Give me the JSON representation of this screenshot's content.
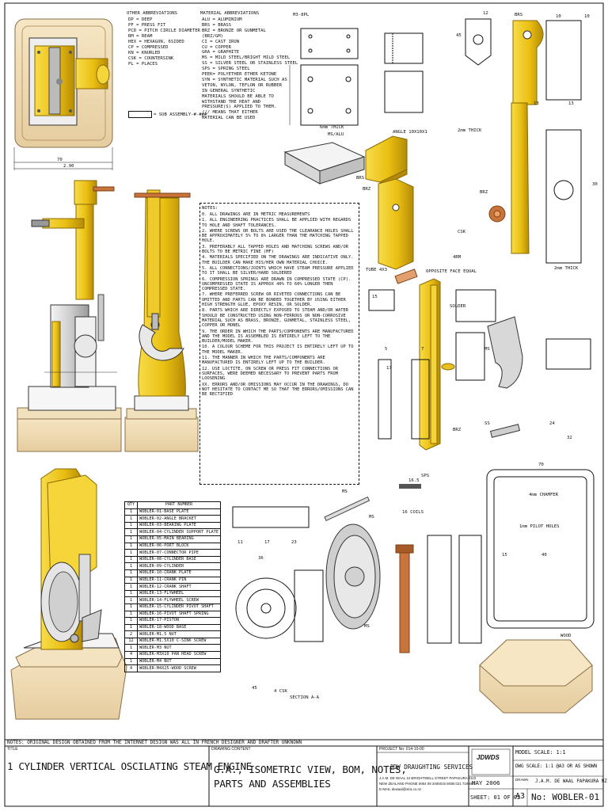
{
  "abbrev": {
    "other_title": "OTHER ABBREVIATIONS",
    "other_items": [
      "DP = DEEP",
      "PF = PRESS FIT",
      "PCD = PITCH CIRCLE DIAMETER",
      "RM = REAM",
      "HEX = HEXAGON, 6SIDED",
      "CP = COMPRESSED",
      "KN = KNURLED",
      "CSK = COUNTERSINK",
      "PL = PLACES"
    ],
    "sub_assembly_note": "= SUB ASSEMBLY-#-###",
    "material_title": "MATERIAL ABBREVIATIONS",
    "material_items": [
      "ALU = ALUMINIUM",
      "BRS = BRASS",
      "BRZ = BRONZE OR GUNMETAL",
      "(BRZ/GM)",
      "CI = CAST IRON",
      "CU = COPPER",
      "GRA = GRAPHITE",
      "MS = MILD STEEL/BRIGHT MILD STEEL",
      "SS = SILVER STEEL OR STAINLESS STEEL",
      "SPS = SPRING STEEL",
      "PEEK= POLYETHER ETHER KETONE",
      "SYN = SYNTHETIC MATERIAL SUCH AS",
      "VETON, NYLON, TEFLON OR RUBBER",
      "IN GENERAL SYNTHETIC",
      "MATERIALS SHOULD BE ABLE TO",
      "WITHSTAND THE HEAT AND",
      "PRESSURE(S) APPLIED TO THEM.",
      "/// MEANS THAT EITHER",
      "MATERIAL CAN BE USED"
    ]
  },
  "notes": {
    "title": "NOTES:",
    "items": [
      "0. ALL DRAWINGS ARE IN METRIC MEASUREMENTS",
      "1. ALL ENGINEERING PRACTICES SHALL BE APPLIED WITH REGARDS TO HOLE AND SHAFT TOLERANCES.",
      "2. WHERE SCREWS OR BOLTS ARE USED THE CLEARANCE HOLES SHALL BE APPROXIMATELY 5% TO 8% LARGER THAN THE MATCHING TAPPED HOLE.",
      "3. PREFERABLY ALL TAPPED HOLES AND MATCHING SCREWS AND/OR BOLTS TO BE METRIC FINE (MF)",
      "4. MATERIALS SPECIFIED ON THE DRAWINGS ARE INDICATIVE ONLY. THE BUILDER CAN MAKE HIS/HER OWN MATERIAL CHOICE.",
      "5. ALL CONNECTIONS/JOINTS WHICH HAVE STEAM PRESSURE APPLIED TO IT SHALL BE SILVER/HARD SOLDERED",
      "6. COMPRESSION SPRINGS ARE DRAWN IN COMPRESSED STATE (CP). UNCOMPRESSED STATE IS APPROX 40% TO 60% LONGER THEN COMPRESSED STATE.",
      "7. WHERE PREFERRED SCREW OR RIVETED CONNECTIONS CAN BE OMITTED AND PARTS CAN BE BONDED TOGETHER BY USING EITHER HIGH STRENGTH GLUE, EPOXY RESIN, OR SOLDER.",
      "8. PARTS WHICH ARE DIRECTLY EXPOSED TO STEAM AND/OR WATER SHOULD BE CONSTRUCTED USING NON-FERROUS OR NON-CORROSIVE MATERIAL SUCH AS BRASS, BRONZE, GUNMETAL, STAINLESS STEEL, COPPER OR MONEL",
      "9. THE ORDER IN WHICH THE PARTS/COMPONENTS ARE MANUFACTURED AND THE MODEL IS ASSEMBLED IS ENTIRELY LEFT TO THE BUILDER/MODEL MAKER.",
      "10. A COLOUR SCHEME FOR THIS PROJECT IS ENTIRELY LEFT UP TO THE MODEL MAKER.",
      "11. THE MANNER IN WHICH THE PARTS/COMPONENTS ARE MANUFACTURED IS ENTIRELY LEFT UP TO THE BUILDER.",
      "12. USE LOCTITE, ON SCREW OR PRESS FIT CONNECTIONS OR SURFACES, WERE DEEMED NECESSARY TO PREVENT PARTS FROM LOOSENING",
      "XX. ERRORS AND/OR OMISSIONS MAY OCCUR IN THE DRAWINGS, DO NOT HESITATE TO CONTACT ME SO THAT THE ERRORS/OMISSIONS CAN BE RECTIFIED"
    ]
  },
  "bom": {
    "headers": [
      "QTY",
      "PART NUMBER"
    ],
    "rows": [
      [
        "1",
        "WOBLER-01-BASE PLATE"
      ],
      [
        "1",
        "WOBLER-02-ANGLE BRACKET"
      ],
      [
        "1",
        "WOBLER-03-BEARING PLATE"
      ],
      [
        "1",
        "WOBLER-04-CYLINDER SUPPORT PLATE"
      ],
      [
        "1",
        "WOBLER-05-MAIN BEARING"
      ],
      [
        "1",
        "WOBLER-06-PORT BLOCK"
      ],
      [
        "1",
        "WOBLER-07-CONNECTOR PIPE"
      ],
      [
        "1",
        "WOBLER-08-CYLINDER BASE"
      ],
      [
        "1",
        "WOBLER-09-CYLINDER"
      ],
      [
        "1",
        "WOBLER-10-CRANK PLATE"
      ],
      [
        "1",
        "WOBLER-11-CRANK PIN"
      ],
      [
        "1",
        "WOBLER-12-CRANK SHAFT"
      ],
      [
        "1",
        "WOBLER-13-FLYWHEEL"
      ],
      [
        "1",
        "WOBLER-14-FLYWHEEL SCREW"
      ],
      [
        "1",
        "WOBLER-15-CYLINDER PIVOT SHAFT"
      ],
      [
        "1",
        "WOBLER-16-PIVOT SHAFT SPRING"
      ],
      [
        "1",
        "WOBLER-17-PISTON"
      ],
      [
        "1",
        "WOBLER-18-WOOD BASE"
      ],
      [
        "2",
        "WOBLER-M1.5 NUT"
      ],
      [
        "12",
        "WOBLER-M1.5X10 C-SINK SCREW"
      ],
      [
        "1",
        "WOBLER-M3 NUT"
      ],
      [
        "4",
        "WOBLER-M3X10 PAN HEAD SCREW"
      ],
      [
        "1",
        "WOBLER-M4 NUT"
      ],
      [
        "4",
        "WOBLER-M4X25-WOOD SCREW"
      ]
    ]
  },
  "dims": {
    "base_w": "70",
    "base_inner": "2.90",
    "m3": "M3-8PL",
    "thick6": "6mm THICK",
    "ms_alu": "MS/ALU",
    "angle": "ANGLE 10X10X1",
    "thick2a": "2mm THICK",
    "thick2b": "2mm THICK",
    "brs1": "BRS",
    "brs2": "BRS",
    "brz1": "BRZ",
    "brz2": "BRZ",
    "brz3": "BRZ",
    "tube": "TUBE 4X3",
    "opp_face": "OPPOSITE FACE EQUAL",
    "solder": "SOLDER",
    "csk": "CSK",
    "m4": "4RM",
    "n12": "12",
    "n10a": "10",
    "n10b": "10",
    "n13a": "13",
    "n13b": "13",
    "n45": "45",
    "n30": "30",
    "n15": "15",
    "n5": "5",
    "n7": "7",
    "n32": "32",
    "n24": "24",
    "n36": "36",
    "n11": "11",
    "n17": "17",
    "n23": "23",
    "n17b": "17",
    "ms1": "MS",
    "ms2": "MS",
    "ms3": "MS",
    "ms4": "MS",
    "sps": "SPS",
    "ss": "SS",
    "coils": "16 COILS",
    "n165": "16.5",
    "chamfer": "4mm CHAMFER",
    "pilot": "1mm PILOT HOLES",
    "n70": "70",
    "n40": "40",
    "n15b": "15",
    "wood": "WOOD",
    "section": "SECTION A-A",
    "n45b": "45",
    "n4csk": "4 CSK"
  },
  "footer": {
    "notes_line": "NOTES: ORIGINAL DESIGN OBTAINED FROM THE INTERNET DESIGN WAS ALL IN FRENCH DESIGNER AND DRAFTER UNKNOWN",
    "title_label": "TITLE",
    "title": "1 CYLINDER VERTICAL OSCILATING STEAM ENGINE",
    "drawing_contents_label": "DRAWING CONTENT",
    "contents_line1": "G.A., ISOMETRIC VIEW, BOM, NOTES,",
    "contents_line2": "PARTS AND ASSEMBLIES",
    "project_no": "PROJECT No: 014-10-00",
    "company": "JDW DRAUGHTING SERVICES",
    "address1": "J.A.M. DE WAAL 12 BRIGHTWELL STREET PAPAKURA 2110",
    "address2": "NEW ZEALAND PHONE 0064 09 2400015 MOB 021 719 600",
    "email": "E-MAIL dewaal@xtra.co.nz",
    "logo": "JDWDS",
    "date": "MAY 2006",
    "sheet": "SHEET: 01 OF 02",
    "size": "A3",
    "model_scale": "MODEL SCALE: 1:1",
    "dwg_scale": "DWG SCALE: 1:1 @A3 OR AS SHOWN",
    "drawn_by": "J.A.M. DE WAAL PAPAKURA NZ",
    "drawn_label": "DRAWN",
    "number": "No: WOBLER-01"
  },
  "colors": {
    "wood": "#f0dcb2",
    "wood_edge": "#b89a68",
    "brass": "#f2cc1e",
    "brass_dark": "#b8900a",
    "steel": "#dcdcdc",
    "copper": "#c8743a"
  }
}
